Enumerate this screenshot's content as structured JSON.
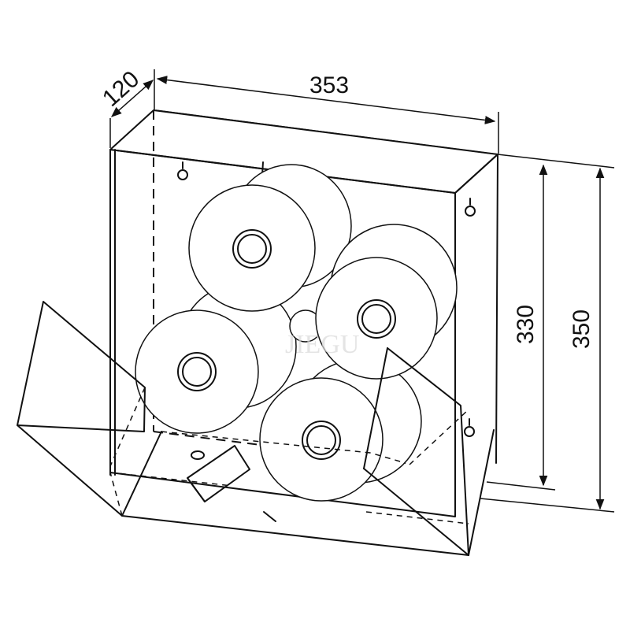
{
  "dimensions": {
    "depth": "120",
    "width": "353",
    "inner_height": "330",
    "total_height": "350"
  },
  "colors": {
    "line": "#111111",
    "background": "#ffffff"
  }
}
